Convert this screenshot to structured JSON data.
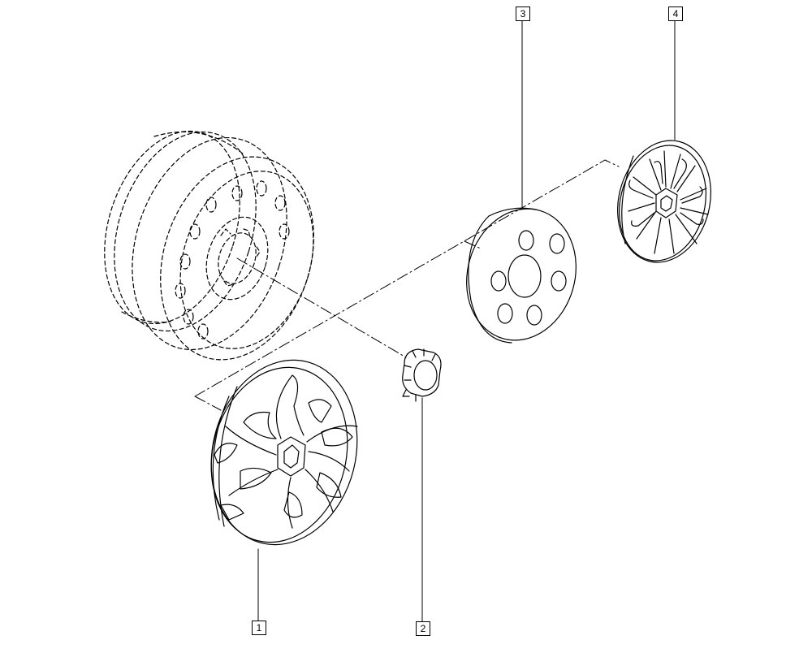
{
  "callouts": {
    "c1": "1",
    "c2": "2",
    "c3": "3",
    "c4": "4"
  },
  "colors": {
    "line": "#000000",
    "background": "#ffffff"
  },
  "parts": [
    {
      "ref": "1",
      "icon": "wheel-cover-icon"
    },
    {
      "ref": "2",
      "icon": "center-cap-icon"
    },
    {
      "ref": "3",
      "icon": "spacer-disc-icon"
    },
    {
      "ref": "4",
      "icon": "wheel-trim-icon"
    }
  ]
}
